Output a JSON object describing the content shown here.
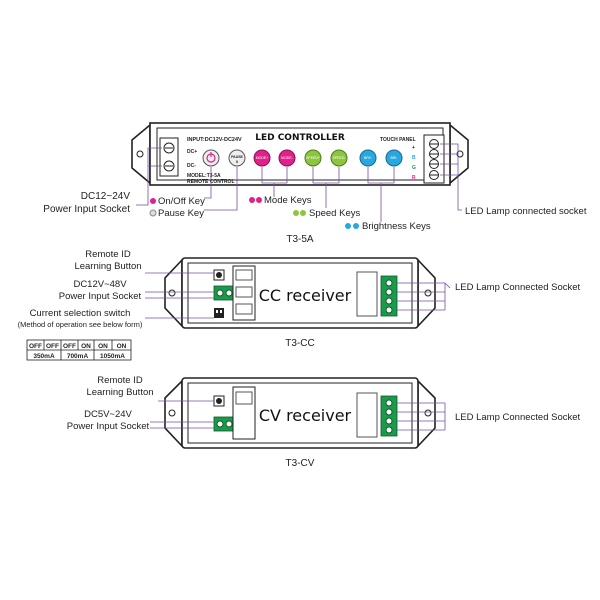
{
  "controller": {
    "title": "LED CONTROLLER",
    "input_label": "INPUT:DC12V-DC24V",
    "model_label": "MODEL:T3-5A",
    "remote_label": "REMOTE CONTROL",
    "touch_panel": "TOUCH PANEL",
    "dc_plus": "DC+",
    "dc_minus": "DC-",
    "pause_button": "PAUSE",
    "pause_sub": "II",
    "mode_button_1": "MODE+",
    "mode_button_2": "MODE-",
    "speed_button_1": "SPEED+",
    "speed_button_2": "SPEED-",
    "bri_button_1": "BRI+",
    "bri_button_2": "BRI-",
    "pin_plus": "+",
    "pin_b": "B",
    "pin_g": "G",
    "pin_r": "R",
    "caption": "T3-5A",
    "power_label_1": "DC12~24V",
    "power_label_2": "Power Input Socket",
    "onoff_label": "On/Off  Key",
    "pause_label": "Pause Key",
    "mode_label": "Mode Keys",
    "speed_label": "Speed Keys",
    "brightness_label": "Brightness Keys",
    "led_socket_label": "LED Lamp connected socket"
  },
  "cc": {
    "title": "CC receiver",
    "caption": "T3-CC",
    "remote_label_1": "Remote ID",
    "remote_label_2": "Learning Button",
    "power_label_1": "DC12V~48V",
    "power_label_2": "Power Input Socket",
    "switch_label_1": "Current selection switch",
    "switch_label_2": "(Method of operation see below form)",
    "led_socket_label": "LED Lamp Connected Socket",
    "table": {
      "row1": [
        "OFF",
        "OFF",
        "OFF",
        "ON",
        "ON",
        "ON"
      ],
      "row2": [
        "350mA",
        "700mA",
        "1050mA"
      ]
    }
  },
  "cv": {
    "title": "CV receiver",
    "caption": "T3-CV",
    "remote_label_1": "Remote ID",
    "remote_label_2": "Learning Button",
    "power_label_1": "DC5V~24V",
    "power_label_2": "Power Input Socket",
    "led_socket_label": "LED Lamp Connected Socket"
  },
  "colors": {
    "mode": "#e0218a",
    "speed": "#8cc63f",
    "bri": "#29a8e0",
    "lead": "#7a4fa0",
    "terminal": "#1a9a4a"
  }
}
